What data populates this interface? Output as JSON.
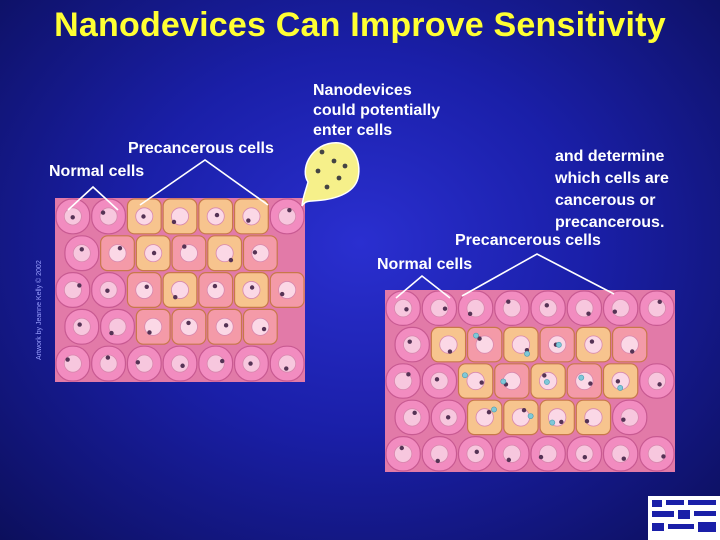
{
  "title": "Nanodevices Can Improve Sensitivity",
  "left_panel": {
    "label_precancerous": "Precancerous cells",
    "label_normal": "Normal cells",
    "credit": "Artwork by Jeanne Kelly © 2002"
  },
  "right_panel": {
    "label_nanodevices": [
      "Nanodevices",
      "could potentially",
      "enter cells"
    ],
    "label_determine": [
      "and determine",
      "which cells are",
      "cancerous or",
      "precancerous."
    ],
    "label_precancerous": "Precancerous cells",
    "label_normal": "Normal cells"
  },
  "colors": {
    "title": "#ffff33",
    "background": "#1a1fa8",
    "normal_cell": "#f28cc0",
    "precancerous_cell": "#f7c48e",
    "abnormal_cell": "#f49aa8",
    "nanodevice": "#7fc8d8",
    "bubble": "#f6f08a"
  }
}
